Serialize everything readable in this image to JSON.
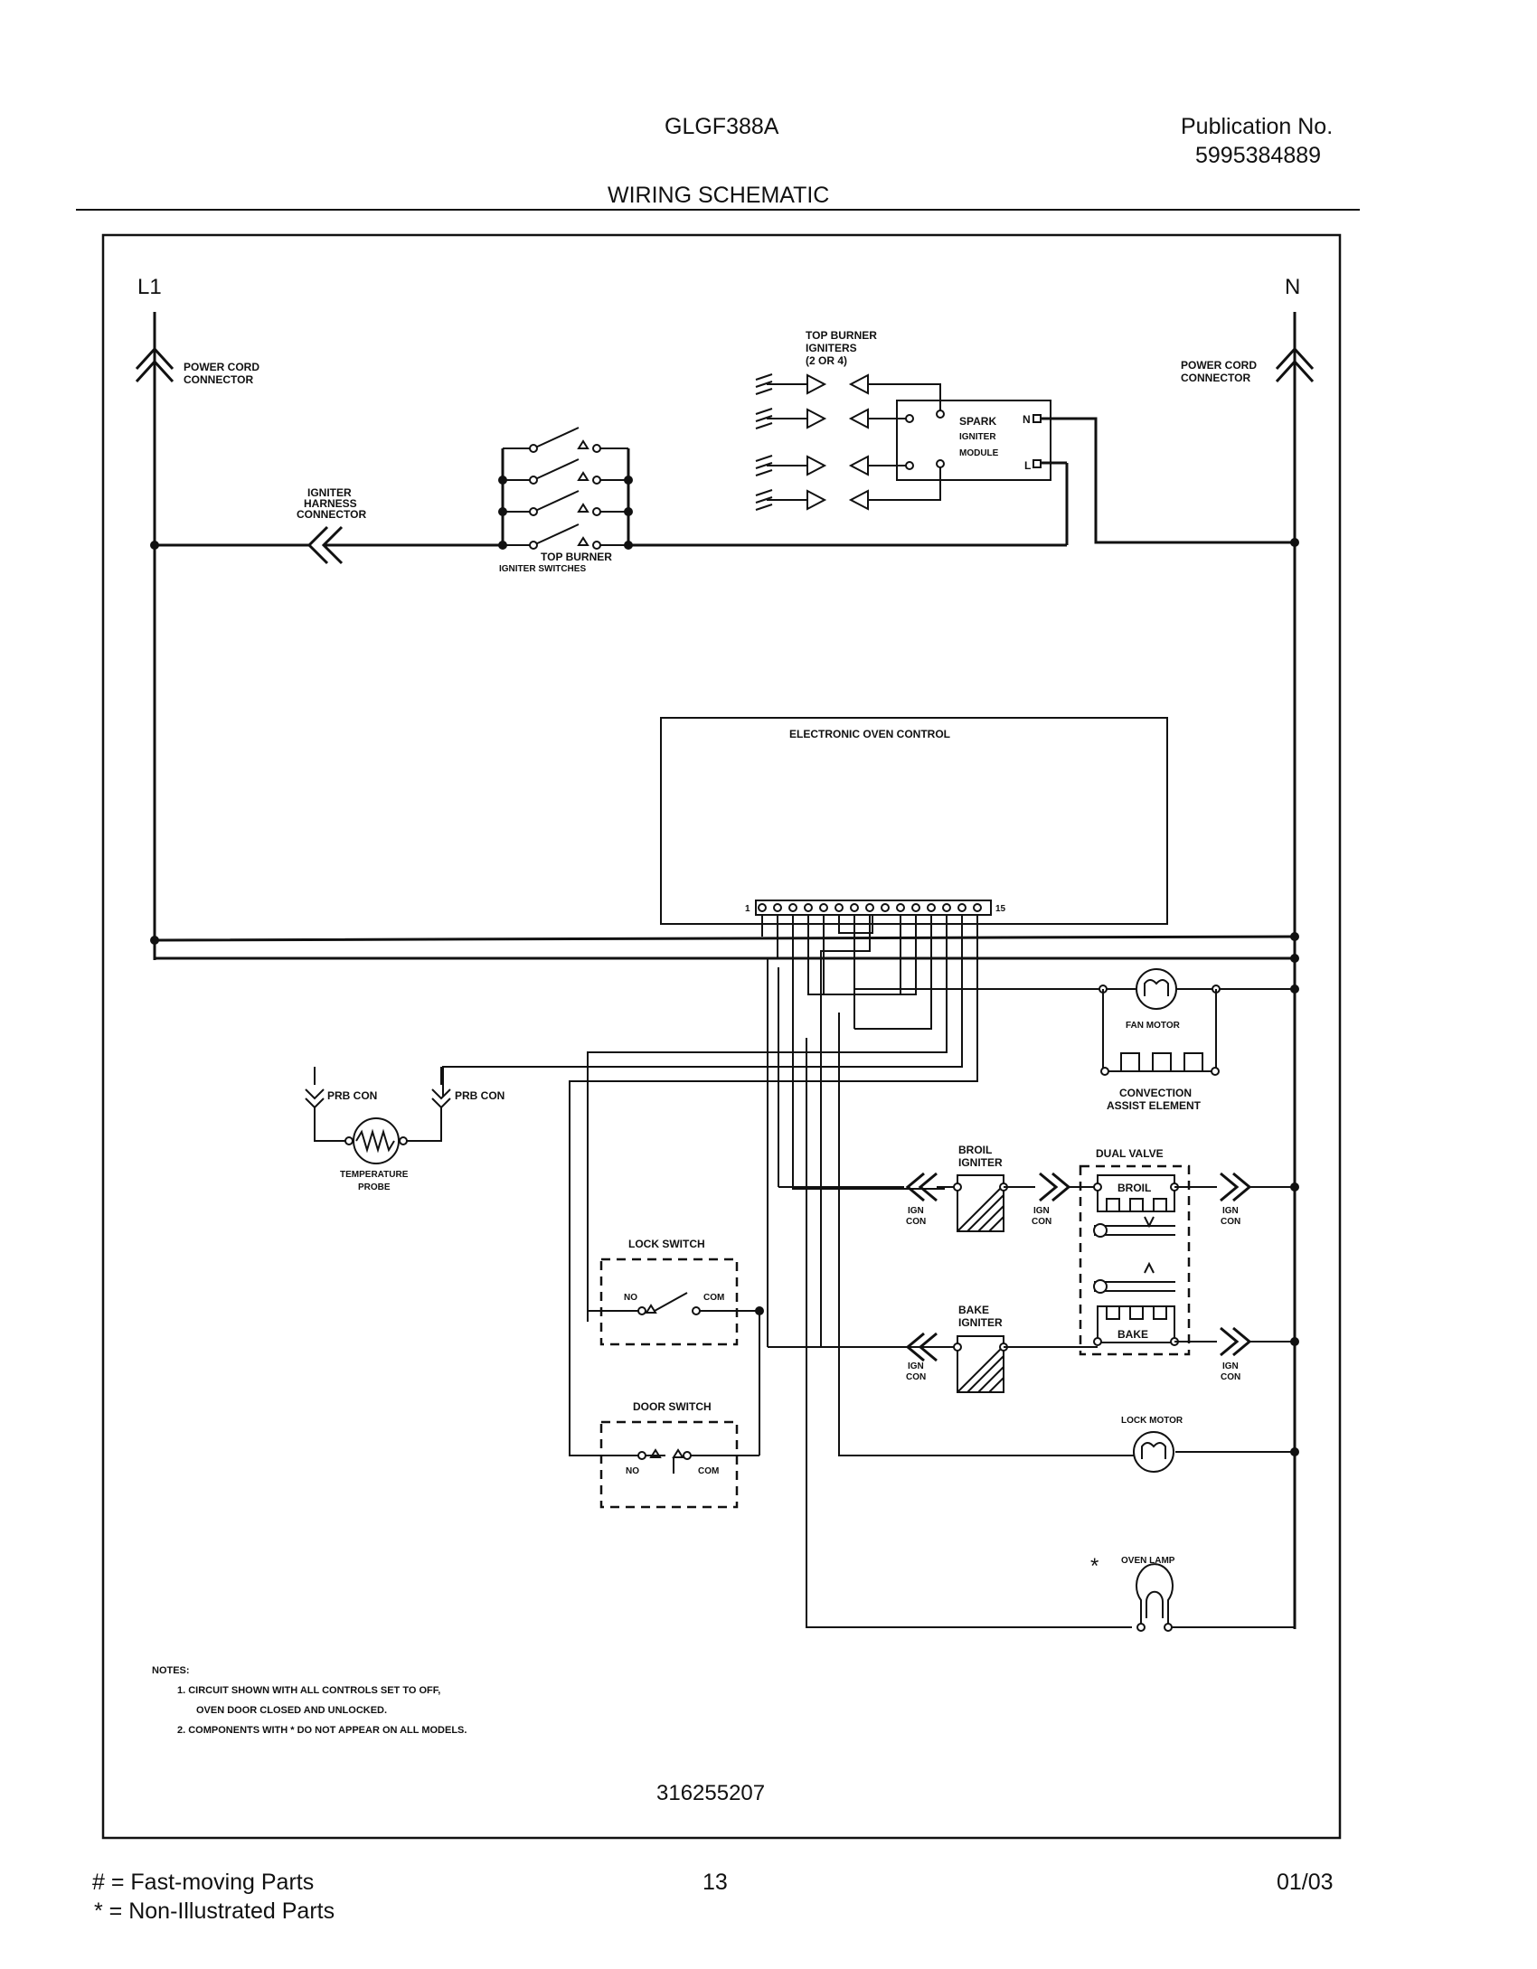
{
  "header": {
    "model": "GLGF388A",
    "publication_label": "Publication No.",
    "publication_number": "5995384889",
    "title": "WIRING SCHEMATIC"
  },
  "schematic": {
    "line_label": "L1",
    "neutral_label": "N",
    "power_cord_left": [
      "POWER CORD",
      "CONNECTOR"
    ],
    "power_cord_right": [
      "POWER CORD",
      "CONNECTOR"
    ],
    "igniter_harness": [
      "IGNITER",
      "HARNESS",
      "CONNECTOR"
    ],
    "top_burner_switches": [
      "TOP BURNER",
      "IGNITER SWITCHES"
    ],
    "top_burner_igniters": [
      "TOP BURNER",
      "IGNITERS",
      "(2 OR 4)"
    ],
    "spark_module": [
      "SPARK",
      "IGNITER",
      "MODULE"
    ],
    "module_n": "N",
    "module_l": "L",
    "oven_control": "ELECTRONIC OVEN CONTROL",
    "terminal_first": "1",
    "terminal_last": "15",
    "fan_motor": "FAN MOTOR",
    "convection_element": [
      "CONVECTION",
      "ASSIST ELEMENT"
    ],
    "prb_con_left": "PRB CON",
    "prb_con_right": "PRB CON",
    "temperature_probe": [
      "TEMPERATURE",
      "PROBE"
    ],
    "broil_igniter": [
      "BROIL",
      "IGNITER"
    ],
    "bake_igniter": [
      "BAKE",
      "IGNITER"
    ],
    "dual_valve": "DUAL VALVE",
    "broil": "BROIL",
    "bake": "BAKE",
    "ign_con": [
      "IGN",
      "CON"
    ],
    "lock_switch": "LOCK SWITCH",
    "door_switch": "DOOR SWITCH",
    "no_label": "NO",
    "com_label": "COM",
    "lock_motor": "LOCK MOTOR",
    "asterisk": "*",
    "oven_lamp": "OVEN LAMP",
    "notes_title": "NOTES:",
    "note_1_line_1": "1.  CIRCUIT SHOWN WITH ALL CONTROLS SET TO OFF,",
    "note_1_line_2": "OVEN DOOR CLOSED AND UNLOCKED.",
    "note_2": "2.  COMPONENTS WITH  *  DO NOT APPEAR ON ALL MODELS.",
    "drawing_number": "316255207"
  },
  "footer": {
    "legend_1": "#  =  Fast-moving Parts",
    "legend_2": "*   =  Non-Illustrated Parts",
    "page_number": "13",
    "date": "01/03"
  }
}
